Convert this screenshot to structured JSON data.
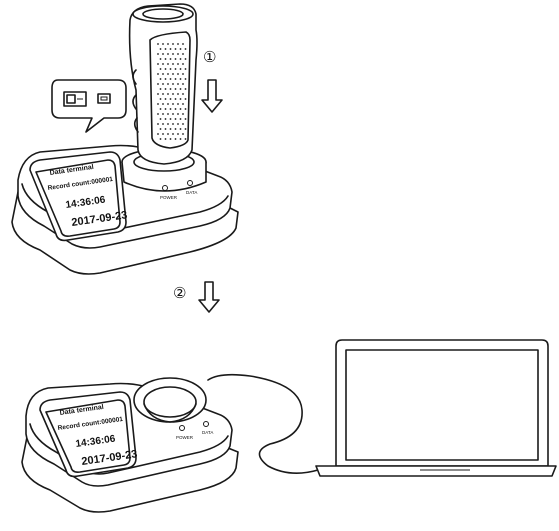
{
  "steps": [
    {
      "marker": "①"
    },
    {
      "marker": "②"
    }
  ],
  "device": {
    "screen_title": "Data terminal",
    "screen_record": "Record count:000001",
    "screen_time": "14:36:06",
    "screen_date": "2017-09-23",
    "led_power": "POWER",
    "led_data": "DATA"
  },
  "icons": {
    "switch": "power-switch-icon",
    "usb": "usb-port-icon",
    "arrow": "down-arrow-icon",
    "laptop": "laptop-icon",
    "reader": "handheld-reader-icon"
  }
}
